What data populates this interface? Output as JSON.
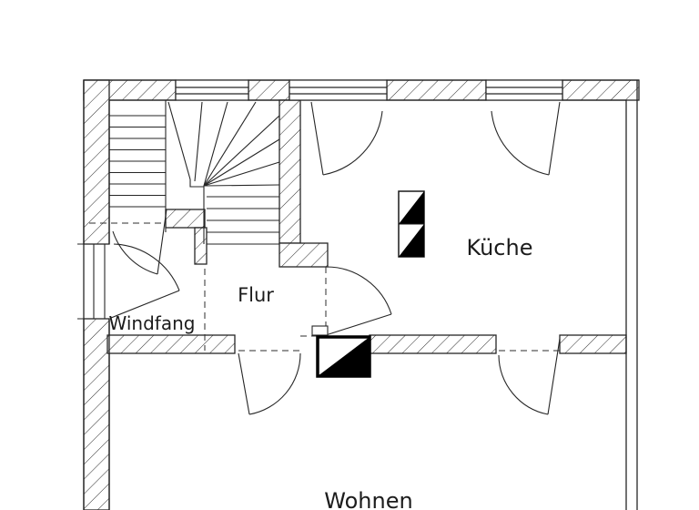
{
  "drawing": {
    "type": "floor-plan",
    "language": "German",
    "rooms": [
      {
        "id": "windfang",
        "label": "Windfang"
      },
      {
        "id": "flur",
        "label": "Flur"
      },
      {
        "id": "kueche",
        "label": "Küche"
      },
      {
        "id": "wohnen",
        "label": "Wohnen"
      }
    ],
    "symbols": [
      {
        "id": "chimney-symbol-kueche",
        "meaning": "chimney/flue (two stacked half-black squares)"
      },
      {
        "id": "chimney-symbol-wall",
        "meaning": "chimney/flue (half-black square on wall)"
      }
    ],
    "colors": {
      "line": "#262626",
      "background": "#ffffff",
      "symbol_fill": "#000000"
    }
  }
}
